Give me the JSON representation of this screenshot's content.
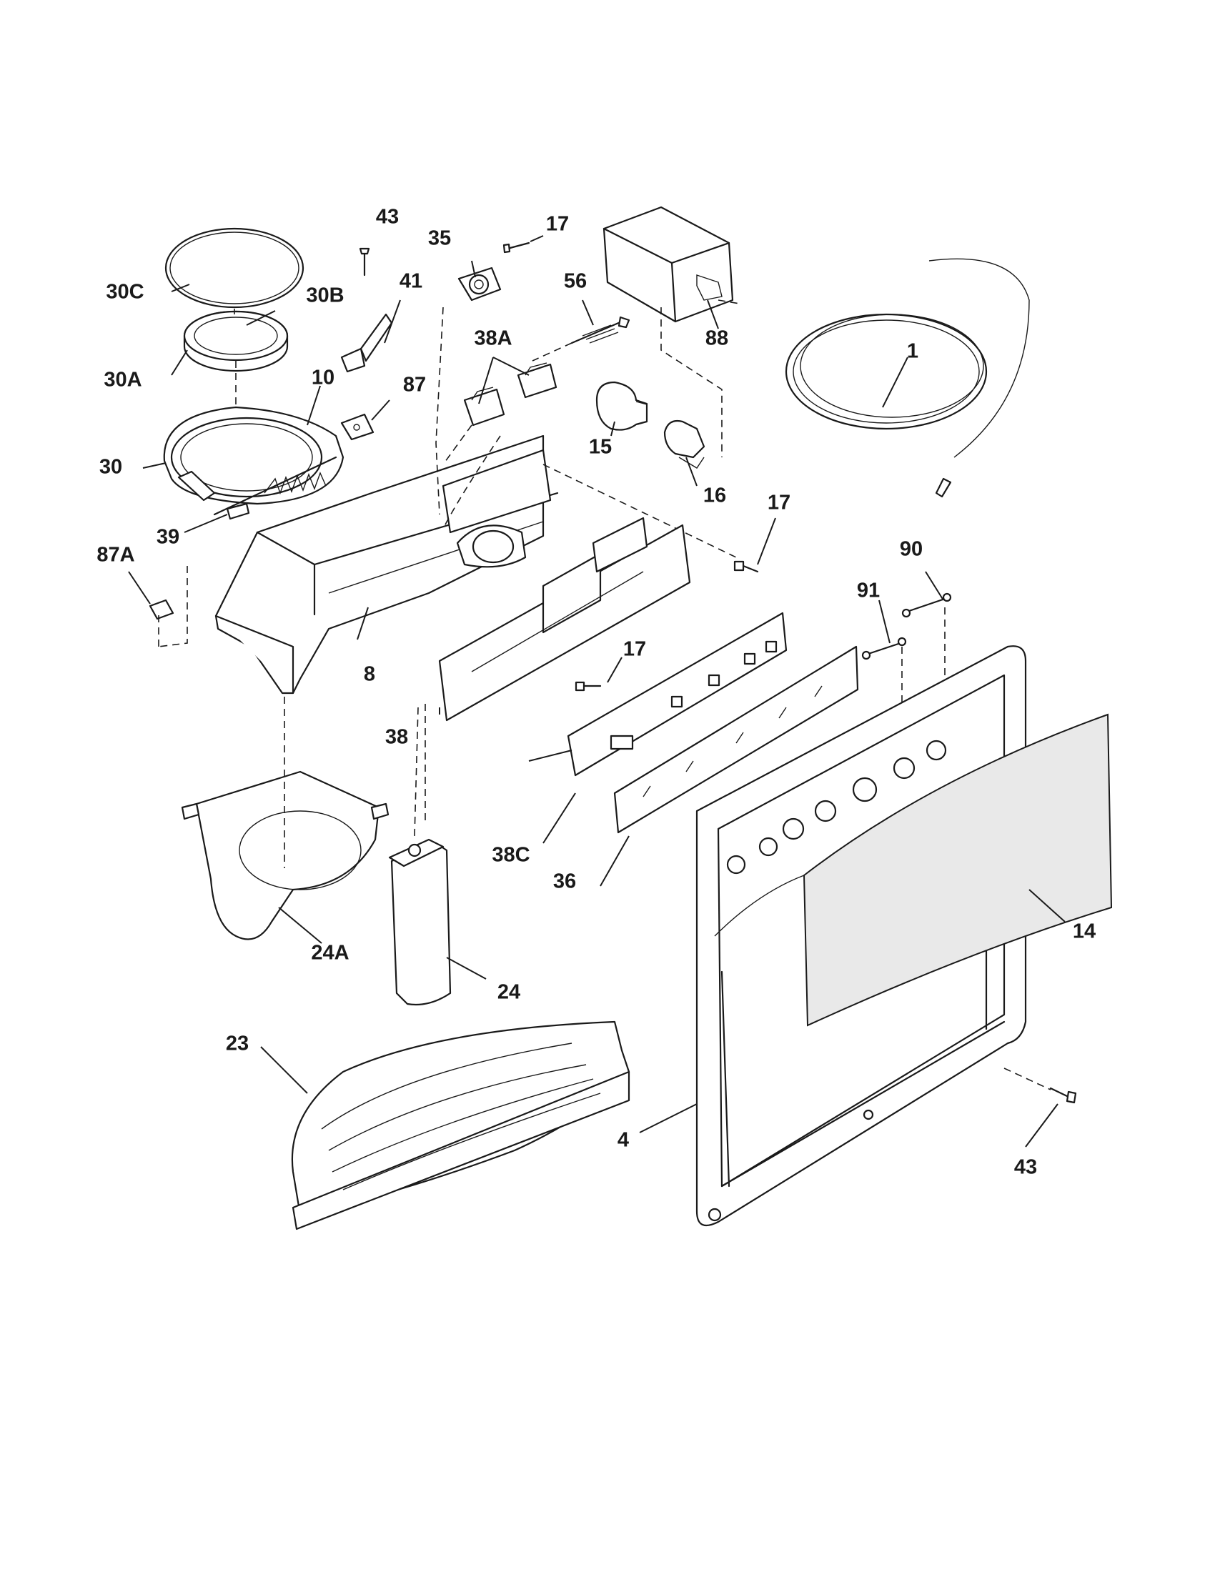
{
  "diagram": {
    "type": "exploded-parts-diagram",
    "callouts": [
      {
        "id": "c-43-top",
        "label": "43"
      },
      {
        "id": "c-35",
        "label": "35"
      },
      {
        "id": "c-17-top",
        "label": "17"
      },
      {
        "id": "c-30c",
        "label": "30C"
      },
      {
        "id": "c-30b",
        "label": "30B"
      },
      {
        "id": "c-41",
        "label": "41"
      },
      {
        "id": "c-56",
        "label": "56"
      },
      {
        "id": "c-88",
        "label": "88"
      },
      {
        "id": "c-38a",
        "label": "38A"
      },
      {
        "id": "c-1",
        "label": "1"
      },
      {
        "id": "c-30a",
        "label": "30A"
      },
      {
        "id": "c-10",
        "label": "10"
      },
      {
        "id": "c-87",
        "label": "87"
      },
      {
        "id": "c-15",
        "label": "15"
      },
      {
        "id": "c-30",
        "label": "30"
      },
      {
        "id": "c-16",
        "label": "16"
      },
      {
        "id": "c-39",
        "label": "39"
      },
      {
        "id": "c-17-right",
        "label": "17"
      },
      {
        "id": "c-87a",
        "label": "87A"
      },
      {
        "id": "c-90",
        "label": "90"
      },
      {
        "id": "c-91",
        "label": "91"
      },
      {
        "id": "c-8",
        "label": "8"
      },
      {
        "id": "c-17-mid",
        "label": "17"
      },
      {
        "id": "c-38",
        "label": "38"
      },
      {
        "id": "c-38c",
        "label": "38C"
      },
      {
        "id": "c-36",
        "label": "36"
      },
      {
        "id": "c-14",
        "label": "14"
      },
      {
        "id": "c-24a",
        "label": "24A"
      },
      {
        "id": "c-24",
        "label": "24"
      },
      {
        "id": "c-23",
        "label": "23"
      },
      {
        "id": "c-4",
        "label": "4"
      },
      {
        "id": "c-43-bottom",
        "label": "43"
      }
    ]
  }
}
